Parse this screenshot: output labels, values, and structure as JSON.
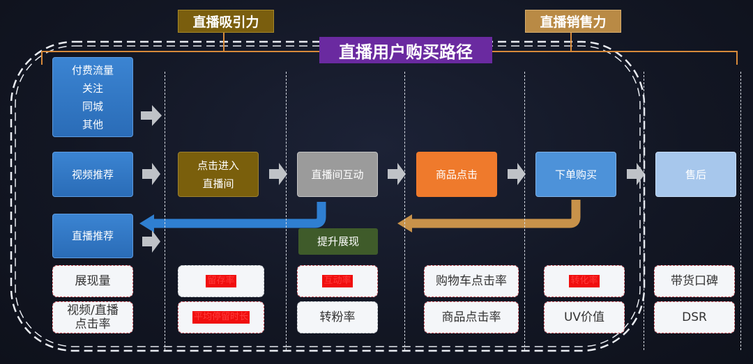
{
  "main_title": "直播用户购买路径",
  "sections": {
    "attraction": "直播吸引力",
    "sales": "直播销售力"
  },
  "sources": {
    "paid_group": [
      "付费流量",
      "关注",
      "同城",
      "其他"
    ],
    "video_recommend": "视频推荐",
    "live_recommend": "直播推荐"
  },
  "stages": {
    "enter": [
      "点击进入",
      "直播间"
    ],
    "interact": "直播间互动",
    "product_click": "商品点击",
    "purchase": "下单购买",
    "after_sales": "售后"
  },
  "boost_label": "提升展现",
  "metrics": {
    "col1": [
      "展现量",
      "视频/直播\n点击率"
    ],
    "col2": [
      "留存率",
      "平均停留时长"
    ],
    "col3": [
      "互动率",
      "转粉率"
    ],
    "col4": [
      "购物车点击率",
      "商品点击率"
    ],
    "col5": [
      "转化率",
      "UV价值"
    ],
    "col6": [
      "带货口碑",
      "DSR"
    ]
  },
  "colors": {
    "attraction_tag": "#7a5e0e",
    "sales_tag": "#b98a45",
    "title_bg": "#6a2aa0",
    "enter_box": "#7a5f0c",
    "interact_box": "#9b9b9b",
    "product_box": "#ef7a2c",
    "purchase_box": "#4d92d9",
    "after_sales_box": "#a7c7ec",
    "boost_box": "#3f5b2a",
    "bracket": "#d88a3a",
    "feedback_blue": "#2f7fd1",
    "feedback_gold": "#c8924a"
  }
}
